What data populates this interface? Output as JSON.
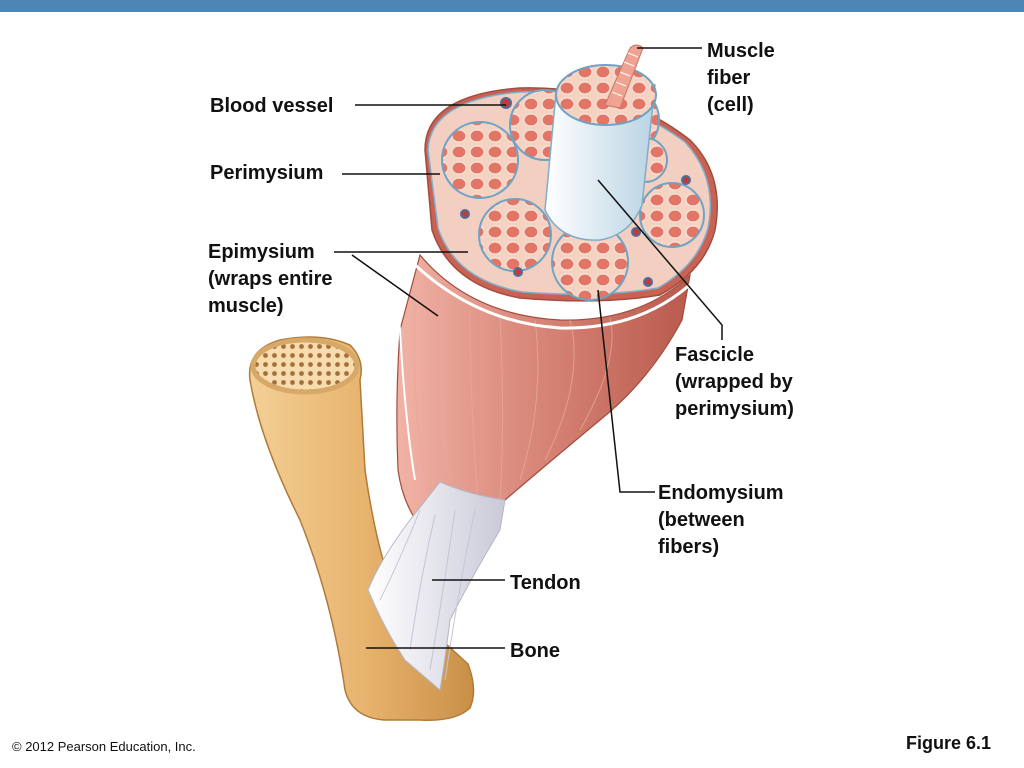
{
  "colors": {
    "top_bar": "#4b86b4",
    "muscle": "#d9887a",
    "muscle_dark": "#b95a4d",
    "bone": "#e8b46f",
    "tendon": "#eeeef5",
    "fascicle": "#f4c9b5",
    "fiber": "#e27565",
    "leader_line": "#111111"
  },
  "labels": {
    "muscle_fiber": "Muscle\nfiber\n(cell)",
    "blood_vessel": "Blood vessel",
    "perimysium": "Perimysium",
    "epimysium": "Epimysium\n(wraps entire\nmuscle)",
    "fascicle": "Fascicle\n(wrapped by\nperimysium)",
    "endomysium": "Endomysium\n(between\nfibers)",
    "tendon": "Tendon",
    "bone": "Bone"
  },
  "footer": {
    "copyright": "© 2012 Pearson Education, Inc.",
    "figure": "Figure 6.1"
  }
}
